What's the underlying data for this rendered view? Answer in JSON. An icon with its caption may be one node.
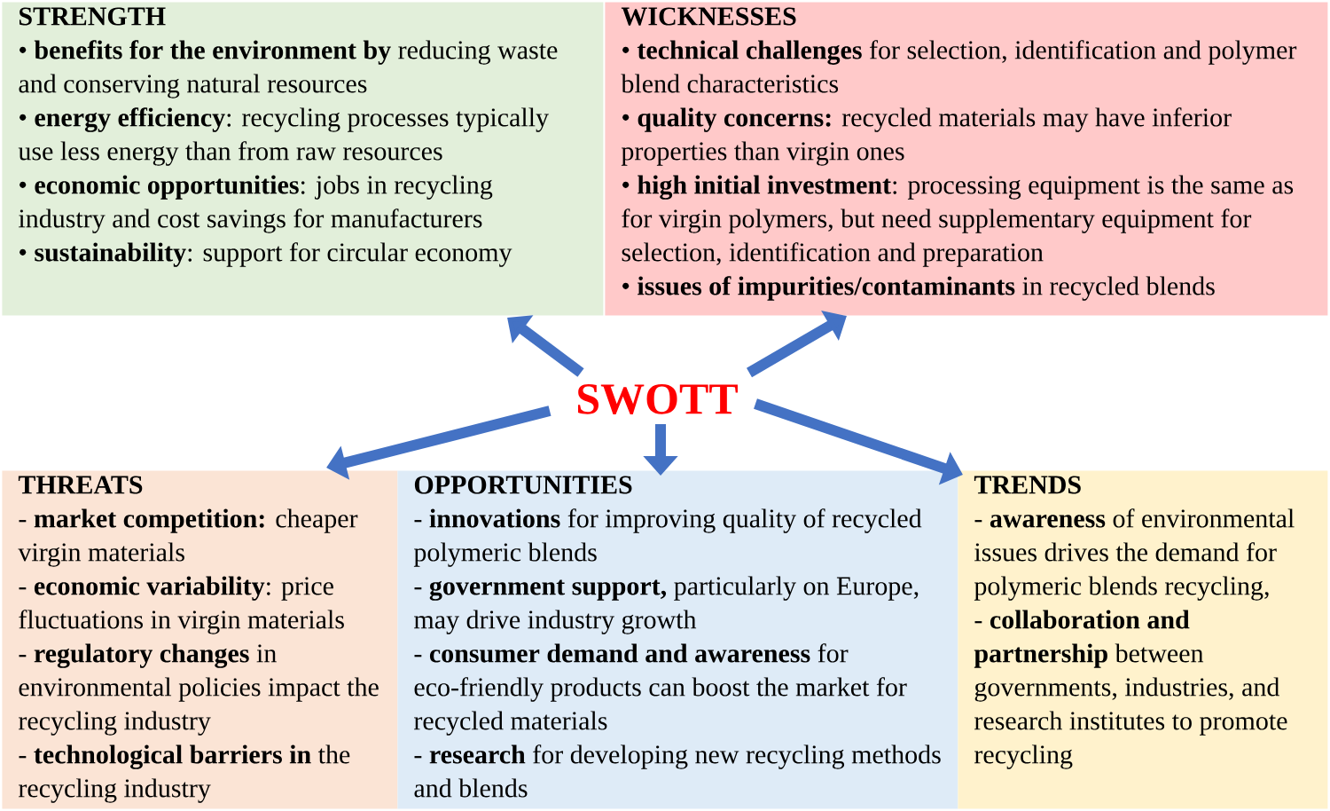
{
  "diagram": {
    "nodes": [
      {
        "text": [
          "STRENGTH",
          "• **benefits for the environment by** reducing waste and conserving natural resources",
          "• **energy efficiency**: recycling processes typically use less energy than from raw resources",
          "• **economic opportunities**: jobs in recycling industry and cost savings for manufacturers",
          "• **sustainability**: support for circular economy"
        ]
      },
      {
        "text": [
          "WICKNESSES",
          "• **technical challenges** for selection, identification and polymer blend characteristics",
          "• **quality concerns:** recycled materials may have inferior properties than virgin ones",
          "• **high initial investment**: processing equipment is the same as for virgin polymers, but need supplementary equipment for selection, identification and preparation",
          "• **issues of impurities/contaminants** in recycled blends"
        ]
      },
      {
        "text": [
          "SWOTT"
        ]
      },
      {
        "text": [
          "THREATS",
          "- **market competition:** cheaper virgin materials",
          "- **economic variability**: price fluctuations in virgin materials",
          "- **regulatory changes** in environmental policies impact the recycling industry",
          "- **technological barriers in** the recycling industry"
        ]
      },
      {
        "text": [
          "OPPORTUNITIES",
          "- **innovations** for improving quality of recycled polymeric blends",
          "- **government support,** particularly on Europe, may drive industry growth",
          "- **consumer demand and awareness** for eco-friendly products can boost the market for recycled materials",
          "- **research** for developing new recycling methods and blends"
        ]
      },
      {
        "text": [
          "TRENDS",
          "- **awareness** of environmental issues drives the demand for polymeric blends recycling,",
          "- **collaboration and partnership** between governments, industries, and research institutes to promote recycling"
        ]
      }
    ],
    "edges": [
      {
        "from": 2,
        "to": 0,
        "arrow": "to"
      },
      {
        "from": 2,
        "to": 1,
        "arrow": "to"
      },
      {
        "from": 2,
        "to": 3,
        "arrow": "to"
      },
      {
        "from": 2,
        "to": 4,
        "arrow": "to"
      },
      {
        "from": 2,
        "to": 5,
        "arrow": "to"
      }
    ]
  }
}
